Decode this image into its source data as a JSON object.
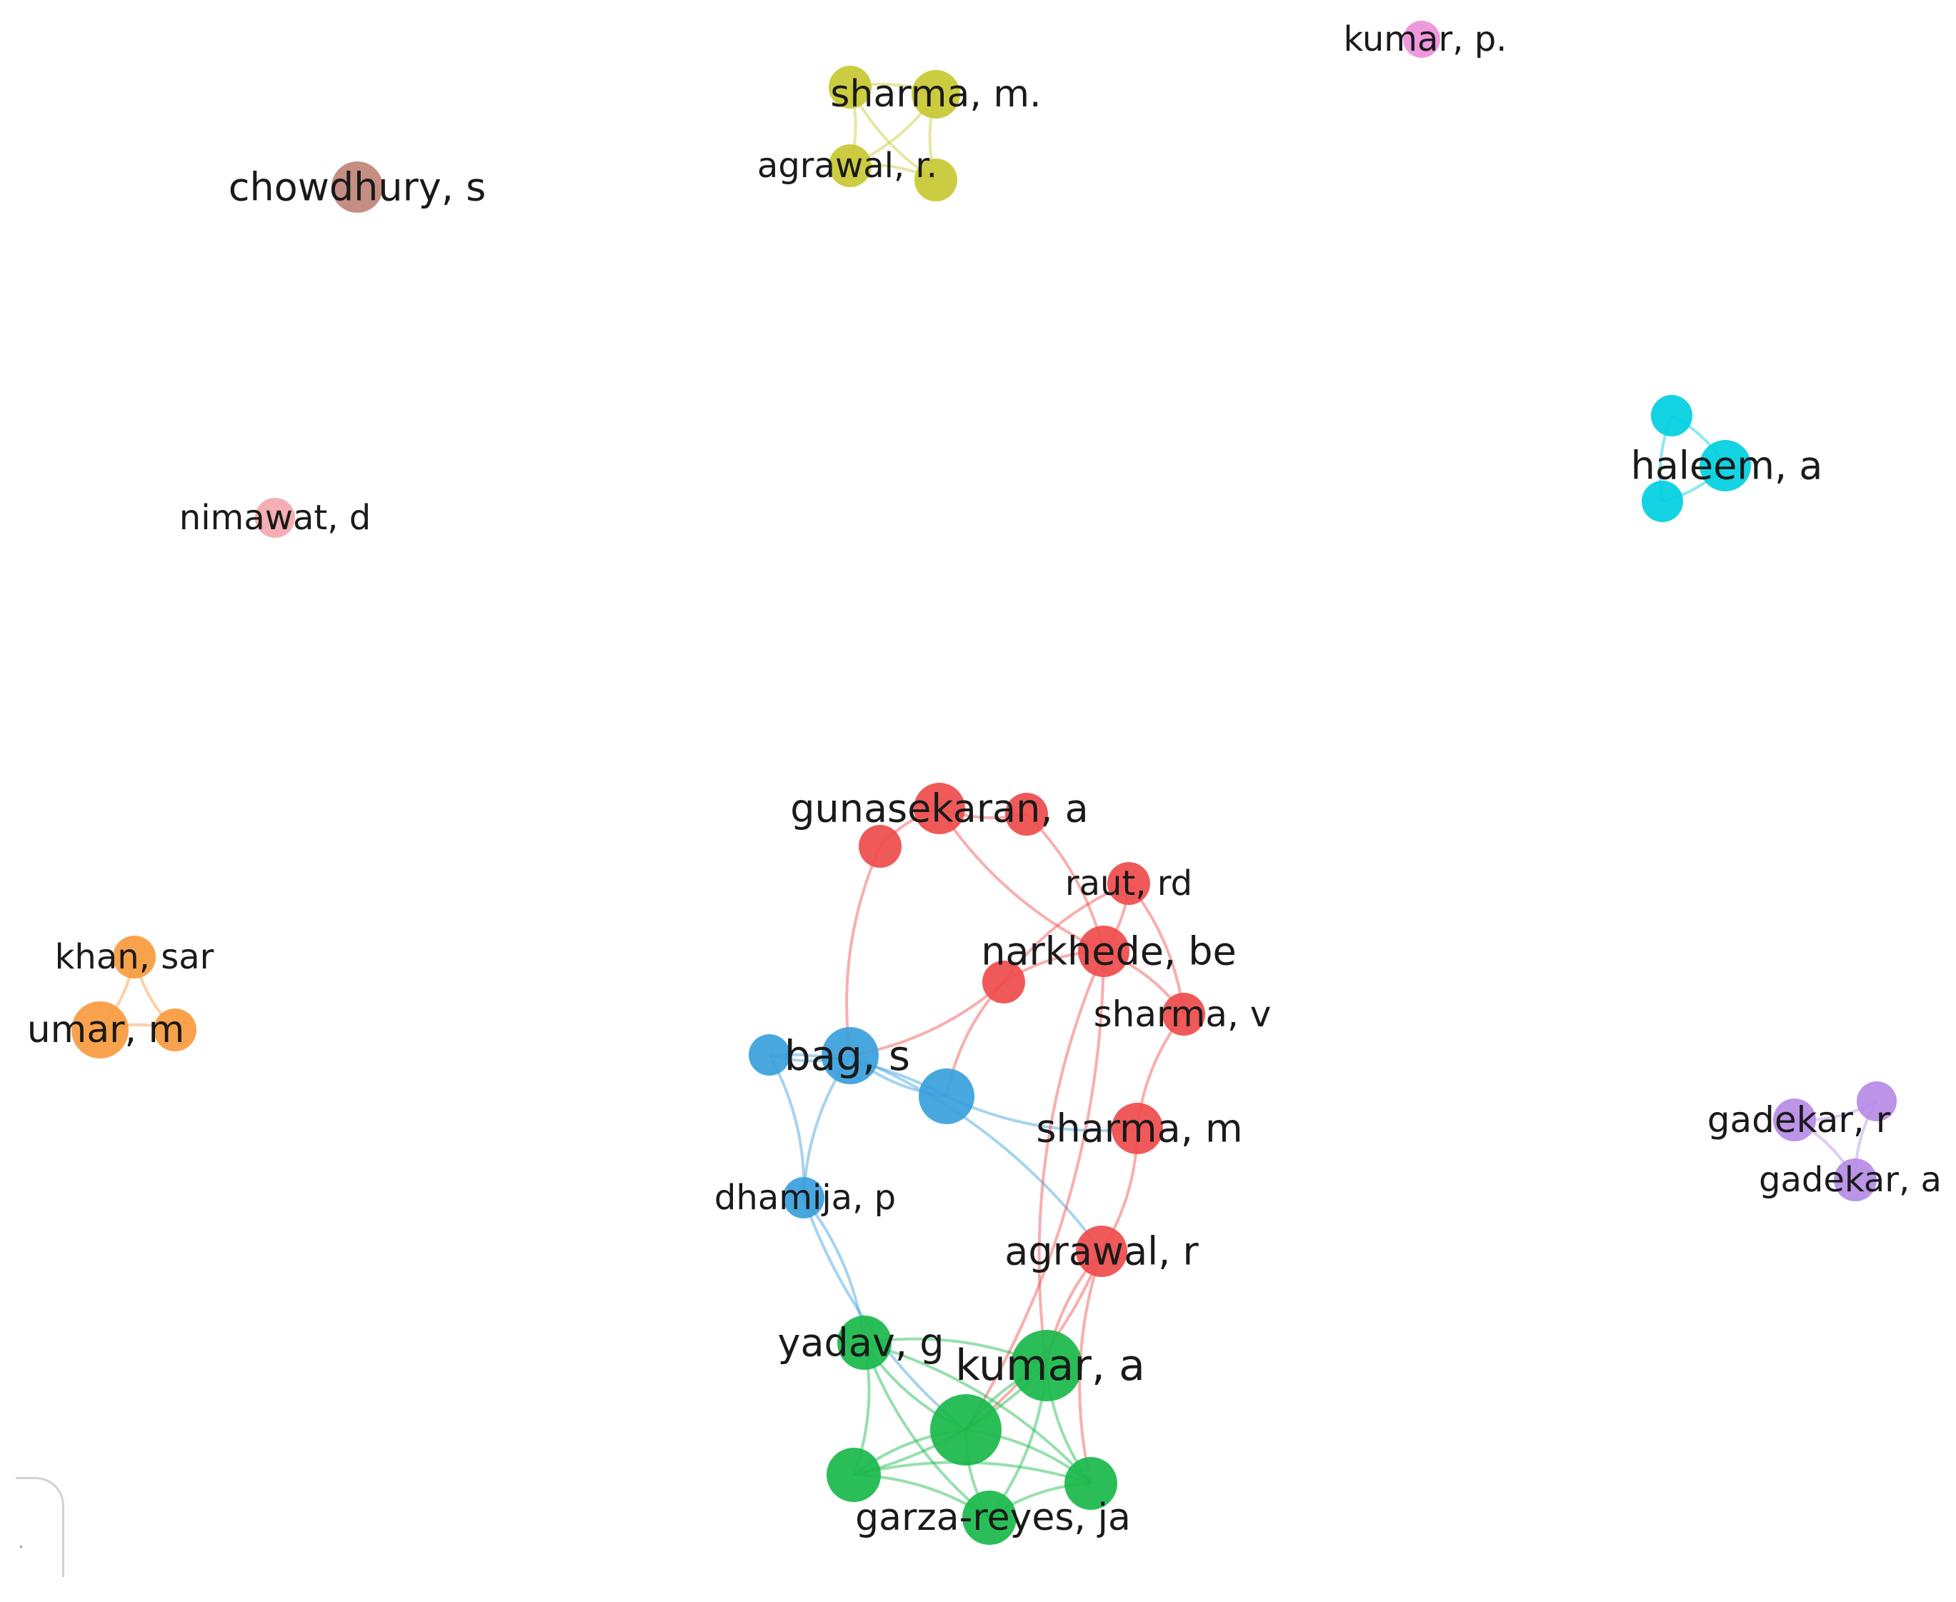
{
  "colors": {
    "red": "#ef4b4b",
    "green": "#19b84a",
    "blue": "#3a9fdc",
    "yellow": "#c8c832",
    "cyan": "#00cfe0",
    "purple": "#b68be6",
    "orange": "#f79a3e",
    "brown": "#c08478",
    "pink": "#f4a8ae",
    "magenta": "#ee8fd8"
  },
  "nodes": [
    {
      "id": "kumar_p",
      "label": "kumar, p.",
      "cluster": "magenta"
    },
    {
      "id": "sharma_m_dot",
      "label": "sharma, m.",
      "cluster": "yellow"
    },
    {
      "id": "yel_a",
      "label": "",
      "cluster": "yellow"
    },
    {
      "id": "agrawal_r_dot",
      "label": "agrawal, r.",
      "cluster": "yellow"
    },
    {
      "id": "yel_b",
      "label": "",
      "cluster": "yellow"
    },
    {
      "id": "chowdhury_s",
      "label": "chowdhury, s",
      "cluster": "brown"
    },
    {
      "id": "haleem_a",
      "label": "haleem, a",
      "cluster": "cyan"
    },
    {
      "id": "cy_a",
      "label": "",
      "cluster": "cyan"
    },
    {
      "id": "cy_b",
      "label": "",
      "cluster": "cyan"
    },
    {
      "id": "nimawat_d",
      "label": "nimawat, d",
      "cluster": "pink"
    },
    {
      "id": "khan_sar",
      "label": "khan, sar",
      "cluster": "orange"
    },
    {
      "id": "umar_m",
      "label": "umar, m",
      "cluster": "orange"
    },
    {
      "id": "or_a",
      "label": "",
      "cluster": "orange"
    },
    {
      "id": "gadekar_r",
      "label": "gadekar, r",
      "cluster": "purple"
    },
    {
      "id": "pu_a",
      "label": "",
      "cluster": "purple"
    },
    {
      "id": "gadekar_a",
      "label": "gadekar, a",
      "cluster": "purple"
    },
    {
      "id": "gunasekaran_a",
      "label": "gunasekaran, a",
      "cluster": "red"
    },
    {
      "id": "red_l",
      "label": "",
      "cluster": "red"
    },
    {
      "id": "red_r",
      "label": "",
      "cluster": "red"
    },
    {
      "id": "raut_rd",
      "label": "raut, rd",
      "cluster": "red"
    },
    {
      "id": "narkhede_be",
      "label": "narkhede, be",
      "cluster": "red"
    },
    {
      "id": "red_m",
      "label": "",
      "cluster": "red"
    },
    {
      "id": "sharma_v",
      "label": "sharma, v",
      "cluster": "red"
    },
    {
      "id": "sharma_m",
      "label": "sharma, m",
      "cluster": "red"
    },
    {
      "id": "agrawal_r",
      "label": "agrawal, r",
      "cluster": "red"
    },
    {
      "id": "bag_s",
      "label": "bag, s",
      "cluster": "blue"
    },
    {
      "id": "blu_l",
      "label": "",
      "cluster": "blue"
    },
    {
      "id": "blu_r",
      "label": "",
      "cluster": "blue"
    },
    {
      "id": "dhamija_p",
      "label": "dhamija, p",
      "cluster": "blue"
    },
    {
      "id": "yadav_g",
      "label": "yadav, g",
      "cluster": "green"
    },
    {
      "id": "kumar_a",
      "label": "kumar, a",
      "cluster": "green"
    },
    {
      "id": "gr_c",
      "label": "",
      "cluster": "green"
    },
    {
      "id": "gr_l",
      "label": "",
      "cluster": "green"
    },
    {
      "id": "gr_r",
      "label": "",
      "cluster": "green"
    },
    {
      "id": "garza_reyes_ja",
      "label": "garza-reyes, ja",
      "cluster": "green"
    }
  ],
  "links": [
    [
      "sharma_m_dot",
      "yel_a"
    ],
    [
      "sharma_m_dot",
      "agrawal_r_dot"
    ],
    [
      "sharma_m_dot",
      "yel_b"
    ],
    [
      "yel_a",
      "agrawal_r_dot"
    ],
    [
      "yel_a",
      "yel_b"
    ],
    [
      "agrawal_r_dot",
      "yel_b"
    ],
    [
      "haleem_a",
      "cy_a"
    ],
    [
      "haleem_a",
      "cy_b"
    ],
    [
      "cy_a",
      "cy_b"
    ],
    [
      "khan_sar",
      "umar_m"
    ],
    [
      "khan_sar",
      "or_a"
    ],
    [
      "umar_m",
      "or_a"
    ],
    [
      "gadekar_r",
      "pu_a"
    ],
    [
      "gadekar_r",
      "gadekar_a"
    ],
    [
      "pu_a",
      "gadekar_a"
    ],
    [
      "red_l",
      "gunasekaran_a"
    ],
    [
      "gunasekaran_a",
      "red_r"
    ],
    [
      "red_r",
      "narkhede_be"
    ],
    [
      "gunasekaran_a",
      "narkhede_be"
    ],
    [
      "raut_rd",
      "narkhede_be"
    ],
    [
      "raut_rd",
      "red_m"
    ],
    [
      "raut_rd",
      "sharma_v"
    ],
    [
      "narkhede_be",
      "red_m"
    ],
    [
      "narkhede_be",
      "sharma_v"
    ],
    [
      "sharma_v",
      "sharma_m"
    ],
    [
      "sharma_m",
      "agrawal_r"
    ],
    [
      "red_l",
      "bag_s"
    ],
    [
      "red_m",
      "bag_s"
    ],
    [
      "red_m",
      "blu_r"
    ],
    [
      "bag_s",
      "blu_l"
    ],
    [
      "bag_s",
      "blu_r"
    ],
    [
      "blu_l",
      "blu_r"
    ],
    [
      "bag_s",
      "dhamija_p"
    ],
    [
      "blu_l",
      "dhamija_p"
    ],
    [
      "blu_r",
      "sharma_m"
    ],
    [
      "bag_s",
      "agrawal_r"
    ],
    [
      "narkhede_be",
      "kumar_a"
    ],
    [
      "narkhede_be",
      "gr_c"
    ],
    [
      "agrawal_r",
      "kumar_a"
    ],
    [
      "agrawal_r",
      "gr_c"
    ],
    [
      "agrawal_r",
      "gr_r"
    ],
    [
      "dhamija_p",
      "yadav_g"
    ],
    [
      "dhamija_p",
      "gr_c"
    ],
    [
      "yadav_g",
      "kumar_a"
    ],
    [
      "yadav_g",
      "gr_c"
    ],
    [
      "yadav_g",
      "gr_l"
    ],
    [
      "yadav_g",
      "garza_reyes_ja"
    ],
    [
      "yadav_g",
      "gr_r"
    ],
    [
      "kumar_a",
      "gr_c"
    ],
    [
      "kumar_a",
      "gr_l"
    ],
    [
      "kumar_a",
      "gr_r"
    ],
    [
      "kumar_a",
      "garza_reyes_ja"
    ],
    [
      "gr_c",
      "gr_l"
    ],
    [
      "gr_c",
      "gr_r"
    ],
    [
      "gr_c",
      "garza_reyes_ja"
    ],
    [
      "gr_l",
      "garza_reyes_ja"
    ],
    [
      "gr_r",
      "garza_reyes_ja"
    ],
    [
      "gr_l",
      "gr_r"
    ]
  ]
}
